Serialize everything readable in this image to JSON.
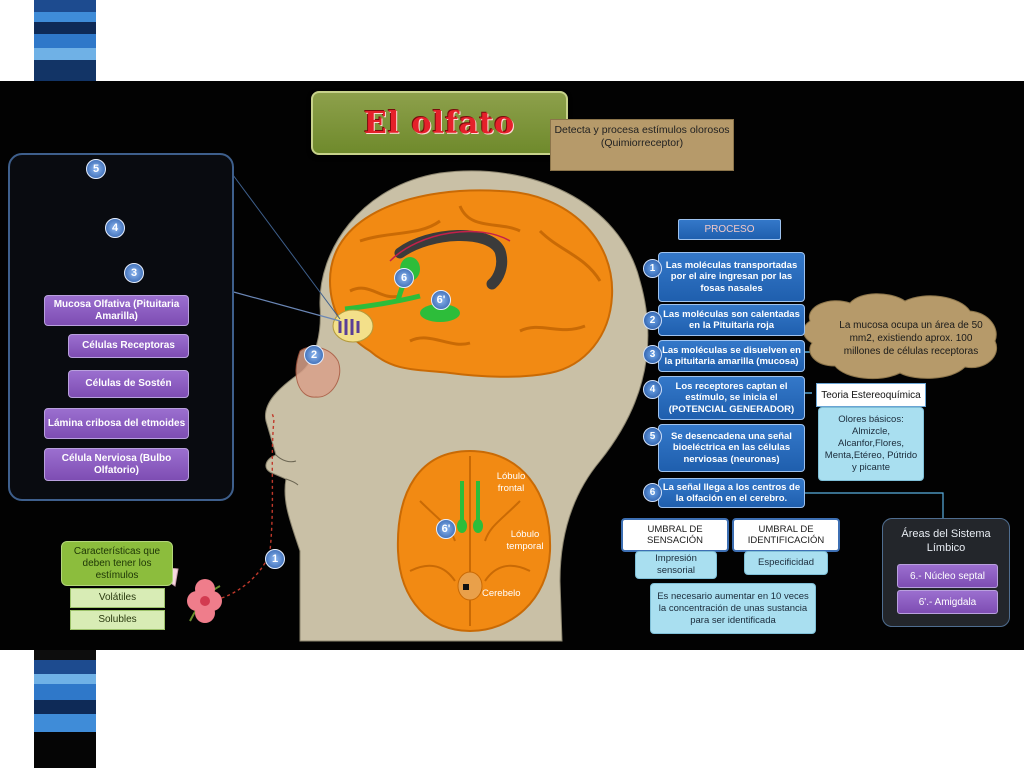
{
  "title": "El olfato",
  "description": "Detecta y procesa estímulos olorosos (Quimiorreceptor)",
  "legend": {
    "mucosa": "Mucosa Olfativa (Pituitaria Amarilla)",
    "receptoras": "Células Receptoras",
    "sosten": "Células de Sostén",
    "lamina": "Lámina cribosa del etmoides",
    "nerviosa": "Célula Nerviosa (Bulbo Olfatorio)"
  },
  "markers": {
    "m1": "1",
    "m2": "2",
    "m3": "3",
    "m4": "4",
    "m5": "5",
    "m6": "6",
    "m6p": "6'"
  },
  "brain_labels": {
    "frontal": "Lóbulo frontal",
    "temporal": "Lóbulo temporal",
    "cerebelo": "Cerebelo"
  },
  "stimuli": {
    "header": "Características que deben tener los estímulos",
    "item1": "Volátiles",
    "item2": "Solubles"
  },
  "proceso": {
    "header": "PROCESO",
    "steps": [
      {
        "num": "1",
        "text": "Las moléculas transportadas por el aire ingresan por las fosas nasales"
      },
      {
        "num": "2",
        "text": "Las moléculas son calentadas en la Pituitaria roja"
      },
      {
        "num": "3",
        "text": "Las moléculas se disuelven en la pituitaria amarilla (mucosa)"
      },
      {
        "num": "4",
        "text": "Los receptores captan el estímulo, se inicia el (POTENCIAL GENERADOR)"
      },
      {
        "num": "5",
        "text": "Se desencadena una señal bioeléctrica en las células nerviosas (neuronas)"
      },
      {
        "num": "6",
        "text": "La señal llega a los centros de la olfación en el cerebro."
      }
    ]
  },
  "mucosa_note": "La mucosa ocupa un área de 50 mm2, existiendo aprox. 100 millones de células receptoras",
  "teoria": {
    "title": "Teoria Estereoquímica",
    "olores": "Olores básicos: Almizcle, Alcanfor,Flores, Menta,Etéreo, Pútrido y picante"
  },
  "umbral": {
    "sensacion": "UMBRAL DE SENSACIÓN",
    "sensacion_desc": "Impresión sensorial",
    "identificacion": "UMBRAL DE IDENTIFICACIÓN",
    "identificacion_desc": "Especificidad",
    "note": "Es necesario aumentar en 10 veces la concentración de unas sustancia para ser identificada"
  },
  "limbico": {
    "title": "Áreas del Sistema Límbico",
    "items": [
      "6.- Núcleo septal",
      "6'.- Amigdala"
    ]
  },
  "colors": {
    "background": "#020202",
    "brain": "#f28a13",
    "skin": "#c9c0a6",
    "proceso_blue": "#2a6cc0",
    "legend_purple": "#8a5cc2",
    "title_red": "#e5202a"
  }
}
